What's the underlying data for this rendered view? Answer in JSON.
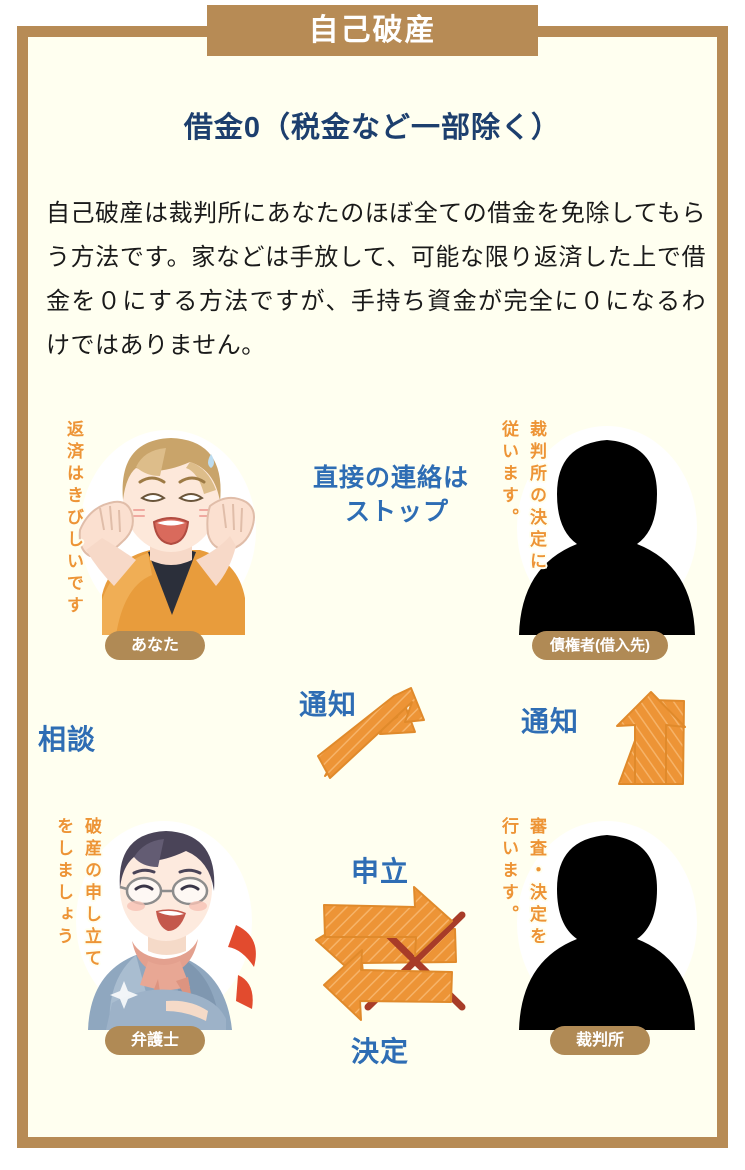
{
  "frame": {
    "border_color": "#b78b55",
    "background_color": "#fffff0"
  },
  "banner": {
    "title": "自己破産",
    "color": "#b78b55",
    "text_color": "#ffffff"
  },
  "heading": {
    "text": "借金0（税金など一部除く）",
    "color": "#1d3f6e"
  },
  "body": {
    "text": "自己破産は裁判所にあなたのほぼ全ての借金を免除してもらう方法です。家などは手放して、可能な限り返済した上で借金を０にする方法ですが、手持ち資金が完全に０になるわけではありません。",
    "color": "#1a1a1a"
  },
  "diagram": {
    "accent_orange": "#ed9436",
    "accent_blue": "#2e6db4",
    "cross_red": "#a83c28",
    "actors": [
      {
        "id": "you",
        "label": "あなた",
        "speech": "返済はきびしいです",
        "illustration": "distressed-person-illustration"
      },
      {
        "id": "creditor",
        "label": "債権者(借入先)",
        "speech_lines": [
          "裁判所の決定に",
          "従います。"
        ],
        "illustration": "person-silhouette"
      },
      {
        "id": "lawyer",
        "label": "弁護士",
        "speech_lines": [
          "破産の申し立て",
          "をしましょう"
        ],
        "illustration": "lawyer-illustration"
      },
      {
        "id": "court",
        "label": "裁判所",
        "speech_lines": [
          "審査・決定を",
          "行います。"
        ],
        "illustration": "person-silhouette"
      }
    ],
    "flows": [
      {
        "id": "stop-contact",
        "label_lines": [
          "直接の連絡は",
          "ストップ"
        ],
        "direction": "left",
        "crossed_out": true
      },
      {
        "id": "consult",
        "label": "相談",
        "direction": "down"
      },
      {
        "id": "notify-court",
        "label": "通知",
        "direction": "up-right"
      },
      {
        "id": "notify-creditor",
        "label": "通知",
        "direction": "up"
      },
      {
        "id": "petition",
        "label": "申立",
        "direction": "right"
      },
      {
        "id": "decision",
        "label": "決定",
        "direction": "left"
      }
    ]
  }
}
